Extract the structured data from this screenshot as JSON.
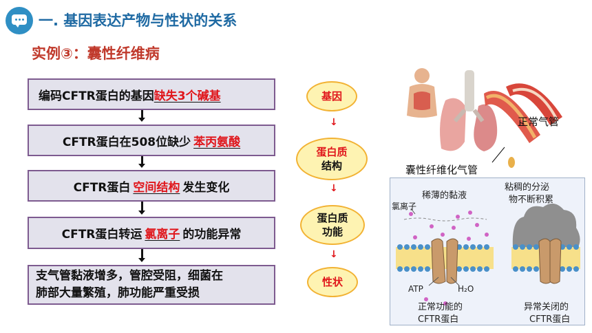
{
  "header": {
    "title": "一. 基因表达产物与性状的关系",
    "subtitle": "实例③：囊性纤维病"
  },
  "flow": {
    "box1": {
      "prefix": "编码CFTR蛋白的基因",
      "answer": "缺失3个碱基"
    },
    "box2": {
      "prefix": "CFTR蛋白在508位缺少",
      "answer": "苯丙氨酸"
    },
    "box3": {
      "prefix": "CFTR蛋白",
      "answer": "空间结构",
      "suffix": "发生变化"
    },
    "box4": {
      "prefix": "CFTR蛋白转运",
      "answer": "氯离子",
      "suffix": "的功能异常"
    },
    "box5": {
      "line1": "支气管黏液增多，管腔受阻，细菌在",
      "line2": "肺部大量繁殖，肺功能严重受损"
    }
  },
  "chain": {
    "gene": "基因",
    "protein_structure_1": "蛋白质",
    "protein_structure_2": "结构",
    "protein_function_1": "蛋白质",
    "protein_function_2": "功能",
    "trait": "性状",
    "arrow": "↓"
  },
  "illustration": {
    "normal_trachea": "正常气管",
    "cf_trachea": "囊性纤维化气管",
    "thin_mucus": "稀薄的黏液",
    "chloride": "氯离子",
    "thick_secretion_1": "粘稠的分泌",
    "thick_secretion_2": "物不断积累",
    "atp": "ATP",
    "water": "H₂O",
    "normal_cftr_1": "正常功能的",
    "normal_cftr_2": "CFTR蛋白",
    "closed_cftr_1": "异常关闭的",
    "closed_cftr_2": "CFTR蛋白"
  },
  "colors": {
    "accent_blue": "#1f6aa3",
    "answer_red": "#e0161b",
    "box_border": "#7d5a8f",
    "oval_fill": "#fef3b2"
  }
}
